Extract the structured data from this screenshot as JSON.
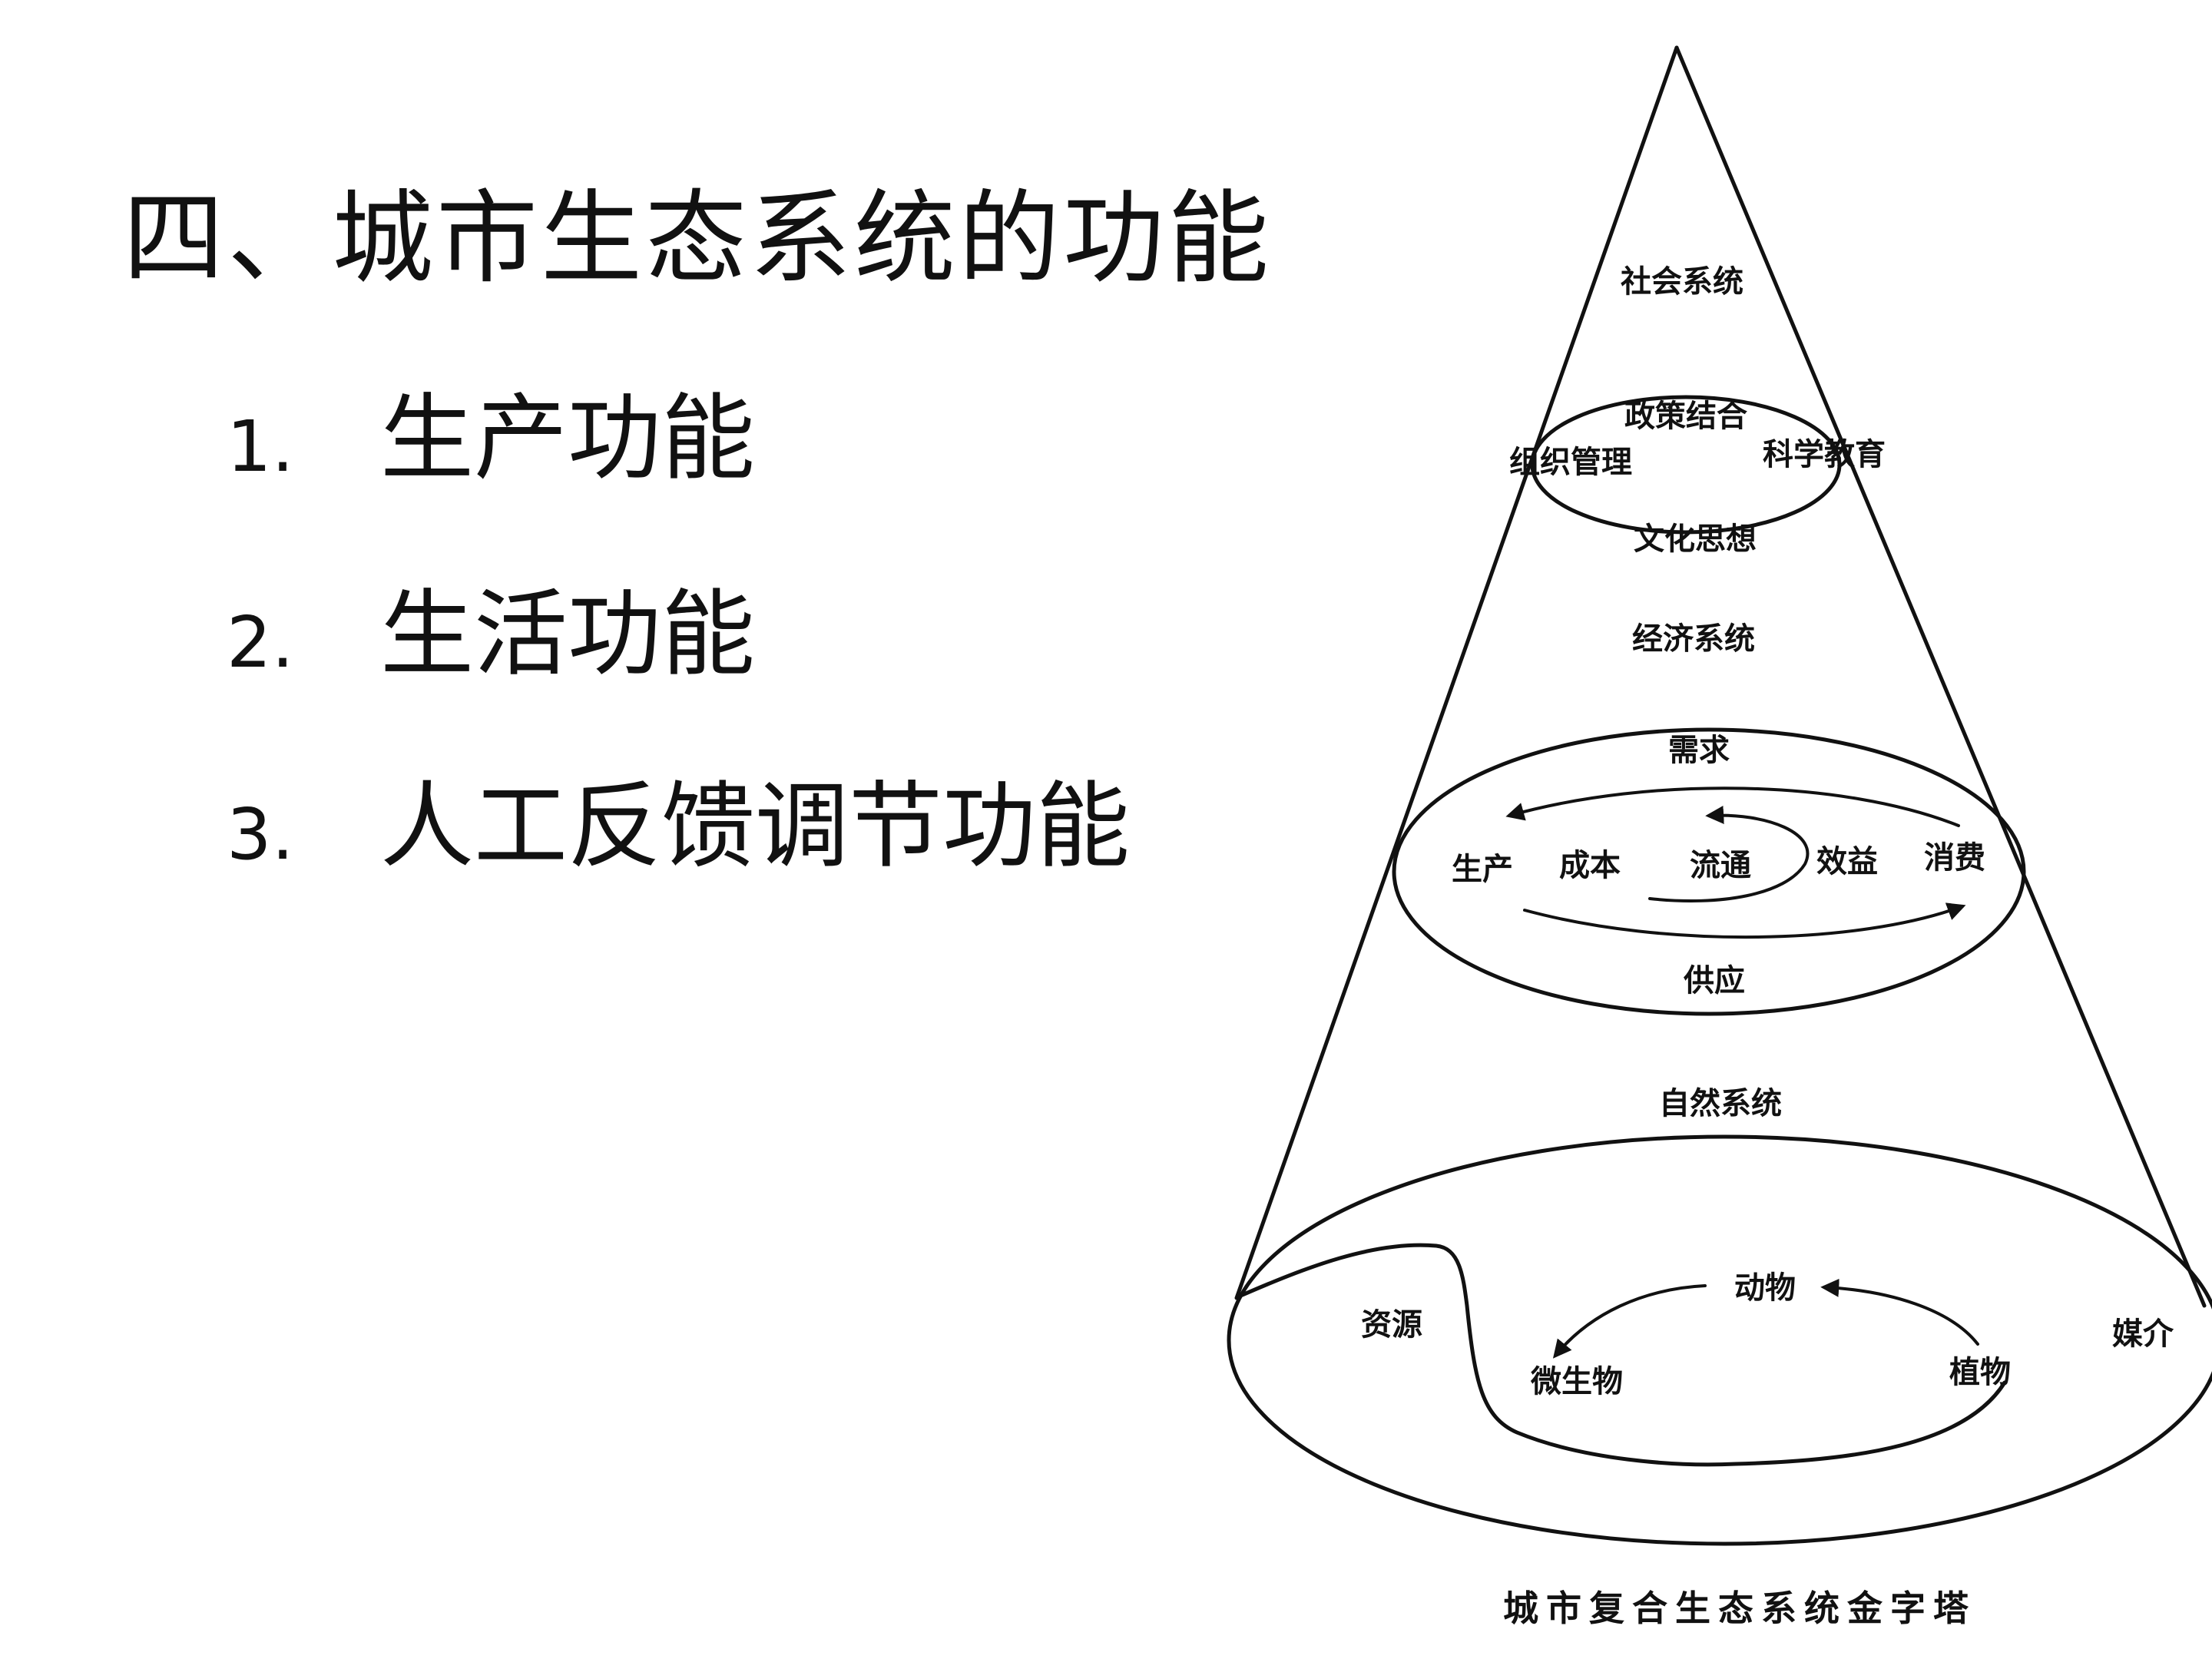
{
  "slide": {
    "title": "四、城市生态系统的功能",
    "items": [
      {
        "num": "1.",
        "text": "生产功能"
      },
      {
        "num": "2.",
        "text": "生活功能"
      },
      {
        "num": "3.",
        "text": "人工反馈调节功能"
      }
    ]
  },
  "diagram": {
    "social": {
      "title": "社会系统",
      "top": "政策结合",
      "left": "组织管理",
      "right": "科学教育",
      "bottom": "文化思想"
    },
    "economic": {
      "title": "经济系统",
      "demand": "需求",
      "production": "生产",
      "cost": "成本",
      "circulation": "流通",
      "benefit": "效益",
      "consumption": "消费",
      "supply": "供应"
    },
    "natural": {
      "title": "自然系统",
      "animals": "动物",
      "resources": "资源",
      "microbes": "微生物",
      "plants": "植物",
      "medium": "媒介"
    },
    "caption": "城市复合生态系统金字塔"
  }
}
